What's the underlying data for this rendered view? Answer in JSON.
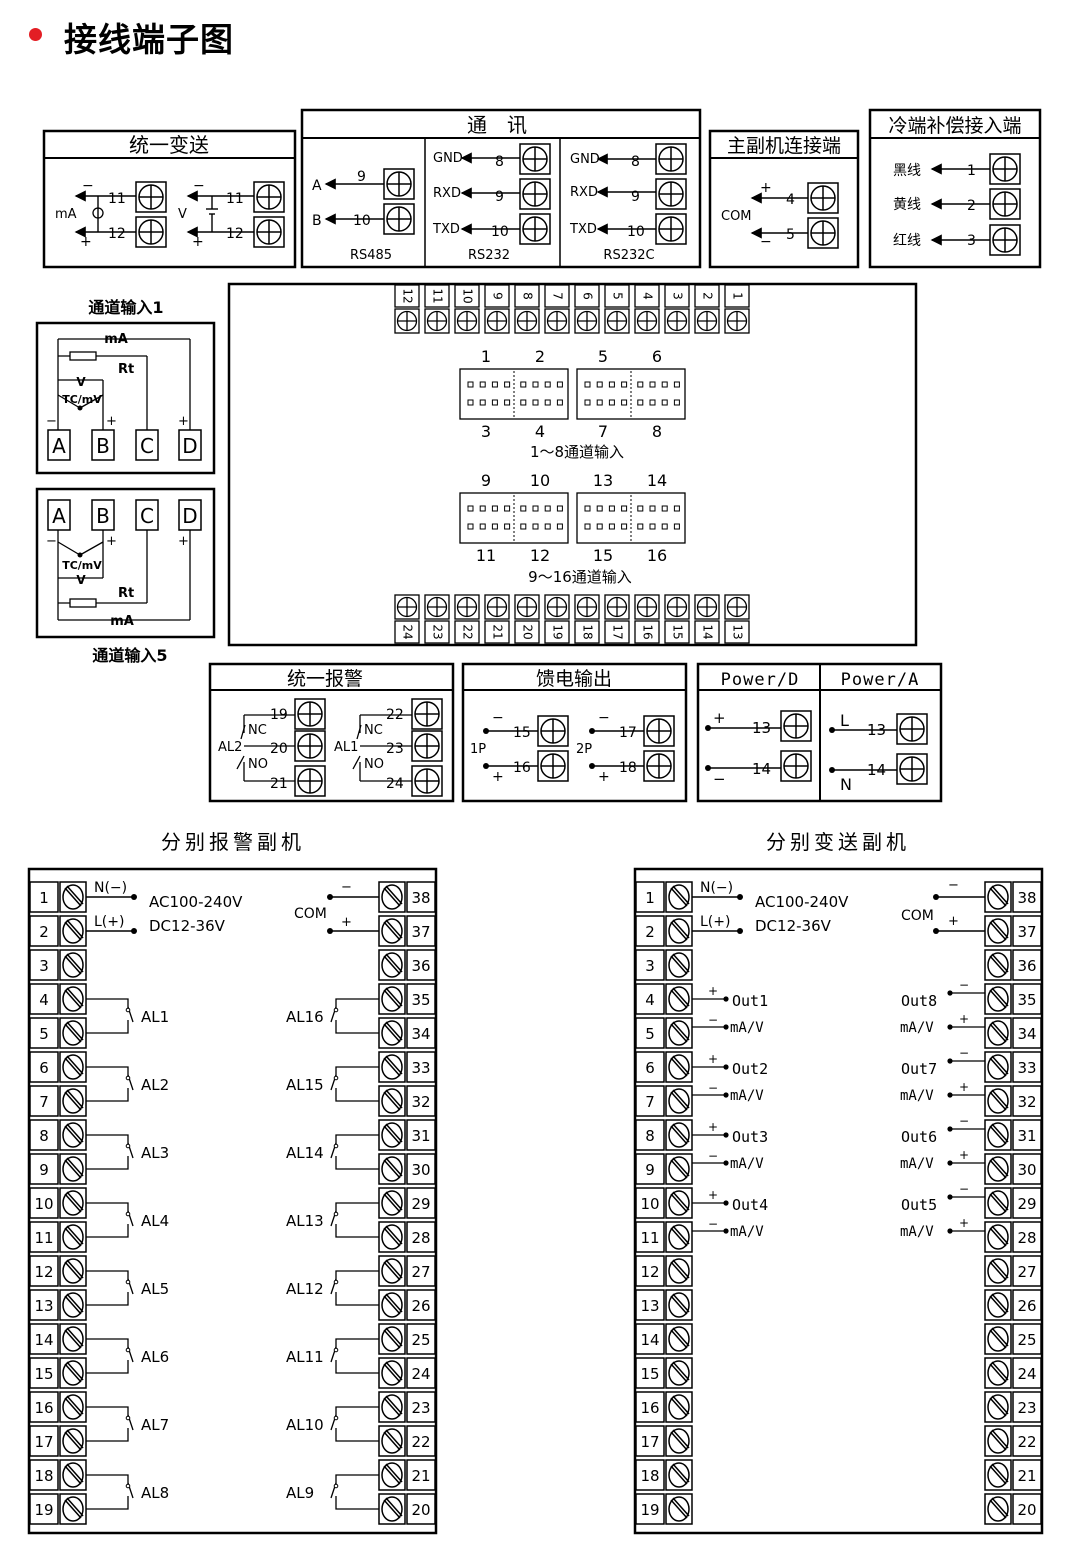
{
  "page": {
    "title": "接线端子图",
    "bullet_color": "#e31e24"
  },
  "transmit": {
    "title": "统一变送",
    "ma": "mA",
    "v": "V",
    "t11": "11",
    "t12": "12",
    "minus": "−",
    "plus": "+"
  },
  "comm": {
    "title": "通　讯",
    "rs485": {
      "label": "RS485",
      "a": "A",
      "b": "B",
      "t9": "9",
      "t10": "10"
    },
    "rs232": {
      "label": "RS232",
      "gnd": "GND",
      "rxd": "RXD",
      "txd": "TXD",
      "t8": "8",
      "t9": "9",
      "t10": "10"
    },
    "rs232c": {
      "label": "RS232C",
      "gnd": "GND",
      "rxd": "RXD",
      "txd": "TXD",
      "t8": "8",
      "t9": "9",
      "t10": "10"
    }
  },
  "master": {
    "title": "主副机连接端",
    "com": "COM",
    "t4": "4",
    "t5": "5"
  },
  "cold": {
    "title": "冷端补偿接入端",
    "black": "黑线",
    "yellow": "黄线",
    "red": "红线",
    "t1": "1",
    "t2": "2",
    "t3": "3"
  },
  "ch1": {
    "title": "通道输入1",
    "ma": "mA",
    "v": "V",
    "rt": "Rt",
    "tc": "TC/mV",
    "terms": [
      "A",
      "B",
      "C",
      "D"
    ]
  },
  "ch5": {
    "title": "通道输入5",
    "ma": "mA",
    "v": "V",
    "rt": "Rt",
    "tc": "TC/mV",
    "terms": [
      "A",
      "B",
      "C",
      "D"
    ]
  },
  "main": {
    "top_terms": [
      "12",
      "11",
      "10",
      "9",
      "8",
      "7",
      "6",
      "5",
      "4",
      "3",
      "2",
      "1"
    ],
    "bottom_terms": [
      "24",
      "23",
      "22",
      "21",
      "20",
      "19",
      "18",
      "17",
      "16",
      "15",
      "14",
      "13"
    ],
    "g1_top": [
      "1",
      "2",
      "5",
      "6"
    ],
    "g1_bottom": [
      "3",
      "4",
      "7",
      "8"
    ],
    "g1_caption": "1～8通道输入",
    "g2_top": [
      "9",
      "10",
      "13",
      "14"
    ],
    "g2_bottom": [
      "11",
      "12",
      "15",
      "16"
    ],
    "g2_caption": "9～16通道输入"
  },
  "alarm": {
    "title": "统一报警",
    "al2": "AL2",
    "al1": "AL1",
    "nc": "NC",
    "no": "NO",
    "left": [
      "19",
      "20",
      "21"
    ],
    "right": [
      "22",
      "23",
      "24"
    ]
  },
  "feed": {
    "title": "馈电输出",
    "p1": "1P",
    "p2": "2P",
    "left": [
      "15",
      "16"
    ],
    "right": [
      "17",
      "18"
    ]
  },
  "power_d": {
    "title": "Power/D",
    "t13": "13",
    "t14": "14"
  },
  "power_a": {
    "title": "Power/A",
    "l": "L",
    "n": "N",
    "t13": "13",
    "t14": "14"
  },
  "alarm_slave": {
    "title": "分别报警副机",
    "n_label": "N(−)",
    "l_label": "L(+)",
    "ac": "AC100-240V",
    "dc": "DC12-36V",
    "com": "COM",
    "left_nums": [
      "1",
      "2",
      "3",
      "4",
      "5",
      "6",
      "7",
      "8",
      "9",
      "10",
      "11",
      "12",
      "13",
      "14",
      "15",
      "16",
      "17",
      "18",
      "19"
    ],
    "right_nums": [
      "38",
      "37",
      "36",
      "35",
      "34",
      "33",
      "32",
      "31",
      "30",
      "29",
      "28",
      "27",
      "26",
      "25",
      "24",
      "23",
      "22",
      "21",
      "20"
    ],
    "left_alarms": [
      "AL1",
      "AL2",
      "AL3",
      "AL4",
      "AL5",
      "AL6",
      "AL7",
      "AL8"
    ],
    "right_alarms": [
      "AL16",
      "AL15",
      "AL14",
      "AL13",
      "AL12",
      "AL11",
      "AL10",
      "AL9"
    ]
  },
  "transmit_slave": {
    "title": "分别变送副机",
    "n_label": "N(−)",
    "l_label": "L(+)",
    "ac": "AC100-240V",
    "dc": "DC12-36V",
    "com": "COM",
    "left_nums": [
      "1",
      "2",
      "3",
      "4",
      "5",
      "6",
      "7",
      "8",
      "9",
      "10",
      "11",
      "12",
      "13",
      "14",
      "15",
      "16",
      "17",
      "18",
      "19"
    ],
    "right_nums": [
      "38",
      "37",
      "36",
      "35",
      "34",
      "33",
      "32",
      "31",
      "30",
      "29",
      "28",
      "27",
      "26",
      "25",
      "24",
      "23",
      "22",
      "21",
      "20"
    ],
    "left_outs": [
      "Out1",
      "Out2",
      "Out3",
      "Out4"
    ],
    "right_outs": [
      "Out8",
      "Out7",
      "Out6",
      "Out5"
    ],
    "unit": "mA/V"
  }
}
